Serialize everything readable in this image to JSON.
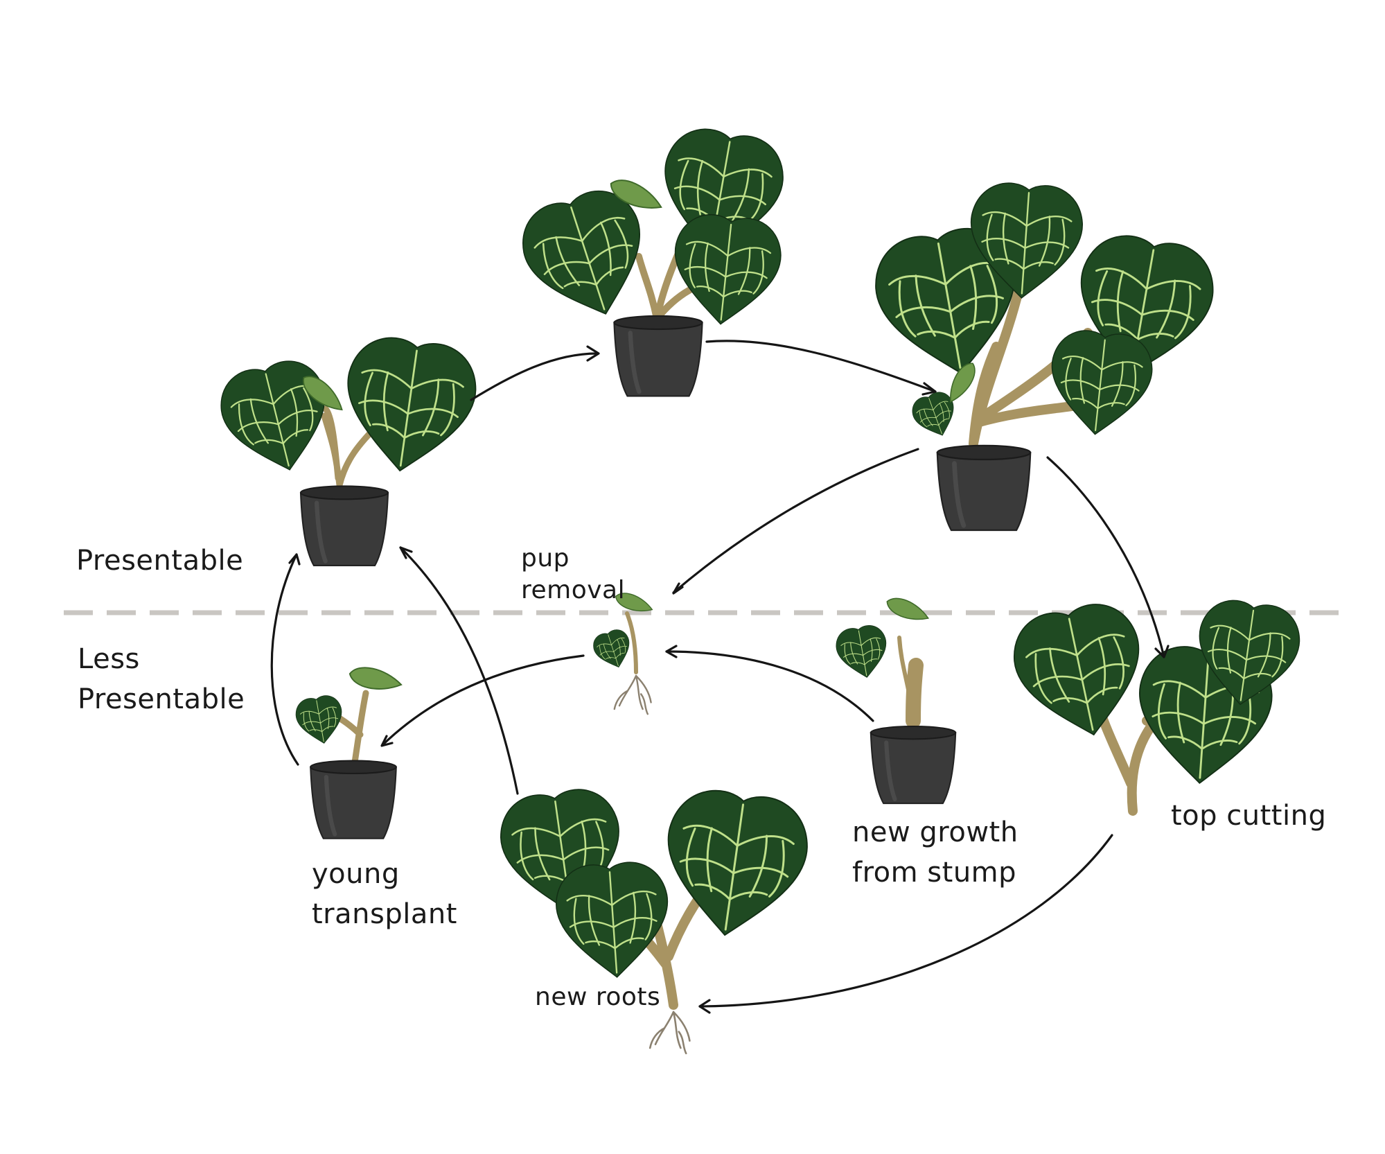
{
  "zones": {
    "upper": "Presentable",
    "lower_line1": "Less",
    "lower_line2": "Presentable"
  },
  "stages": {
    "pup_removal": [
      "pup",
      "removal"
    ],
    "young_transplant": [
      "young",
      "transplant"
    ],
    "new_growth": [
      "new growth",
      "from stump"
    ],
    "top_cutting": "top cutting",
    "new_roots": "new roots"
  },
  "colors": {
    "leaf_dark": "#1f4a22",
    "leaf_vein": "#bfe08a",
    "pot": "#3a3a3a",
    "stem": "#a89462",
    "divider": "#c9c6c2"
  }
}
